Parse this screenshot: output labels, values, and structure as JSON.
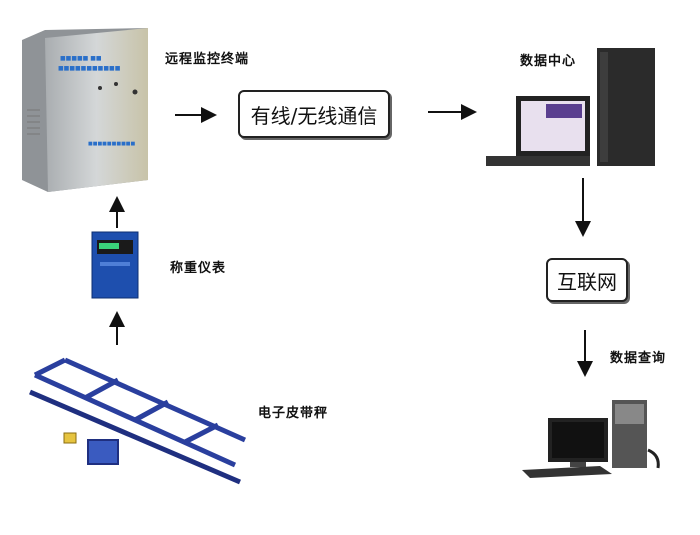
{
  "labels": {
    "remote_terminal": "远程监控终端",
    "data_center": "数据中心",
    "weighing_instrument": "称重仪表",
    "belt_scale": "电子皮带秤",
    "data_query": "数据查询"
  },
  "boxes": {
    "communication": "有线/无线通信",
    "internet": "互联网"
  },
  "colors": {
    "instrument_blue": "#1e4fae",
    "cabinet_gray": "#c9cccd",
    "belt_blue": "#2a3f9e"
  }
}
